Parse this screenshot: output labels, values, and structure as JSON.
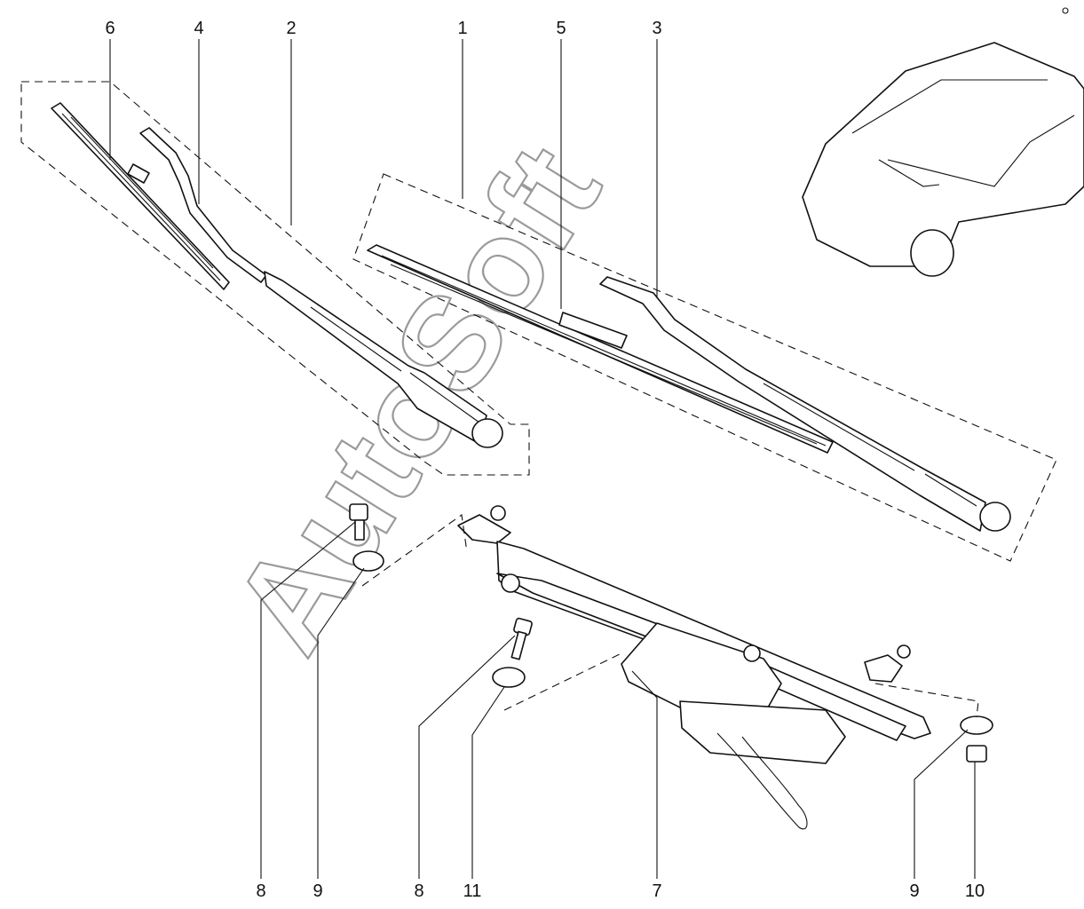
{
  "callouts": [
    {
      "id": "top-6",
      "label": "6"
    },
    {
      "id": "top-4",
      "label": "4"
    },
    {
      "id": "top-2",
      "label": "2"
    },
    {
      "id": "top-1",
      "label": "1"
    },
    {
      "id": "top-5",
      "label": "5"
    },
    {
      "id": "top-3",
      "label": "3"
    },
    {
      "id": "bot-8a",
      "label": "8"
    },
    {
      "id": "bot-9a",
      "label": "9"
    },
    {
      "id": "bot-8b",
      "label": "8"
    },
    {
      "id": "bot-11",
      "label": "11"
    },
    {
      "id": "bot-7",
      "label": "7"
    },
    {
      "id": "bot-9b",
      "label": "9"
    },
    {
      "id": "bot-10",
      "label": "10"
    }
  ],
  "watermark": "AutoSoft"
}
